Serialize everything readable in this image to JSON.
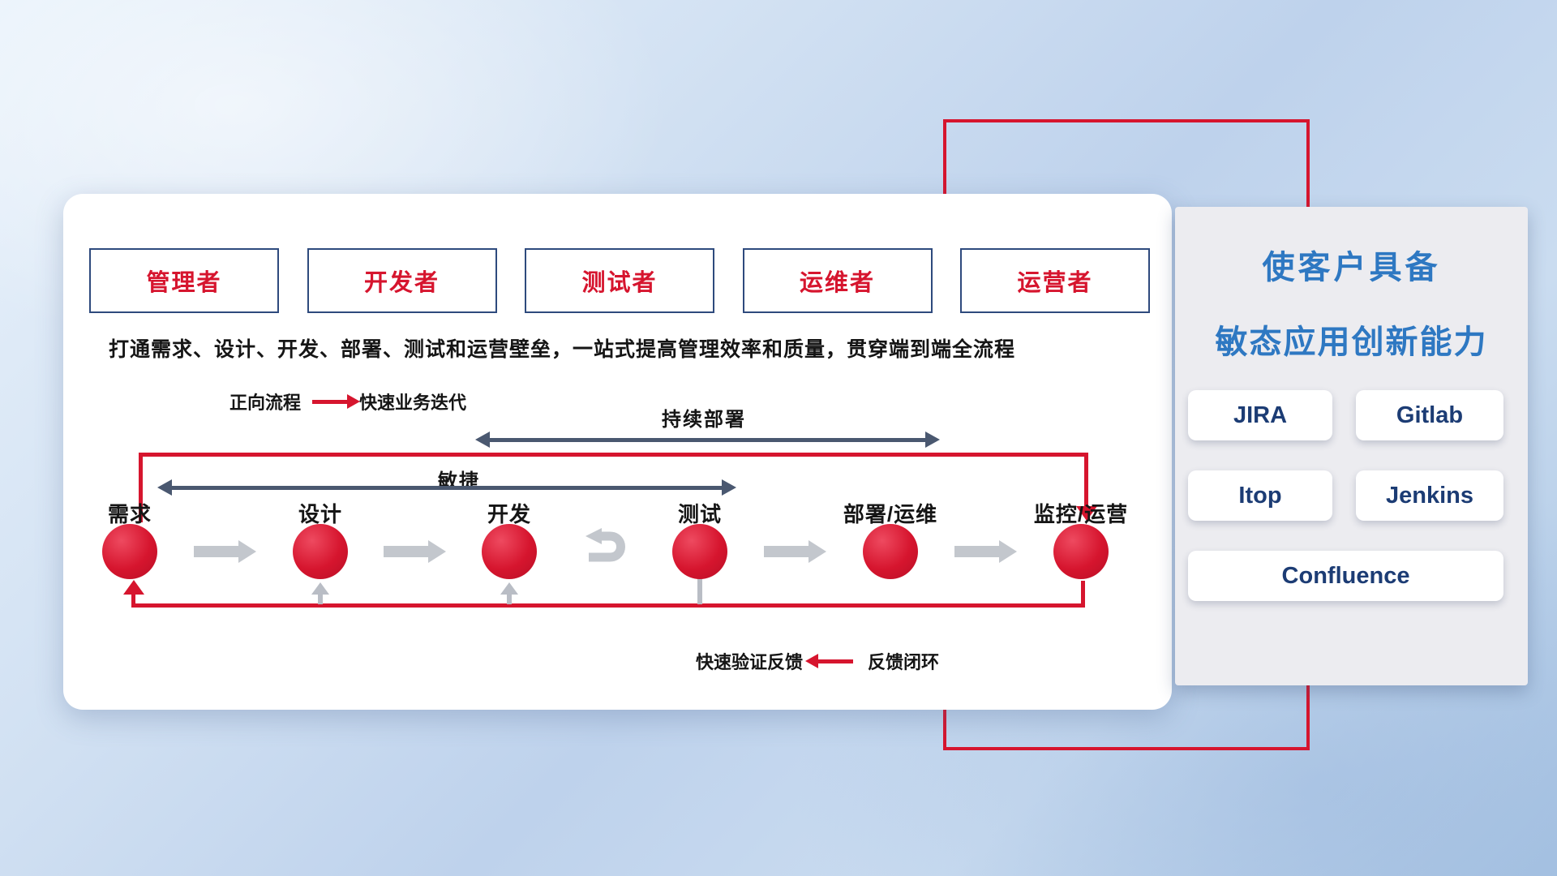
{
  "main_card": {
    "roles": [
      "管理者",
      "开发者",
      "测试者",
      "运维者",
      "运营者"
    ],
    "description": "打通需求、设计、开发、部署、测试和运营壁垒，一站式提高管理效率和质量，贯穿端到端全流程",
    "forward_legend": {
      "label": "正向流程",
      "value": "快速业务迭代"
    },
    "continuous_deploy_label": "持续部署",
    "agile_label": "敏捷",
    "stages": [
      "需求",
      "设计",
      "开发",
      "测试",
      "部署/运维",
      "监控/运营"
    ],
    "feedback_legend": {
      "label": "快速验证反馈",
      "value": "反馈闭环"
    }
  },
  "side_panel": {
    "title_line1": "使客户具备",
    "title_line2": "敏态应用创新能力",
    "tools": [
      "JIRA",
      "Gitlab",
      "Itop",
      "Jenkins",
      "Confluence"
    ]
  },
  "colors": {
    "red": "#d6152e",
    "navy": "#2e4a7d",
    "slate": "#4a5870",
    "blue": "#2e78c2",
    "btn_text": "#1c3c74",
    "gray_arrow": "#c3c7cd"
  }
}
